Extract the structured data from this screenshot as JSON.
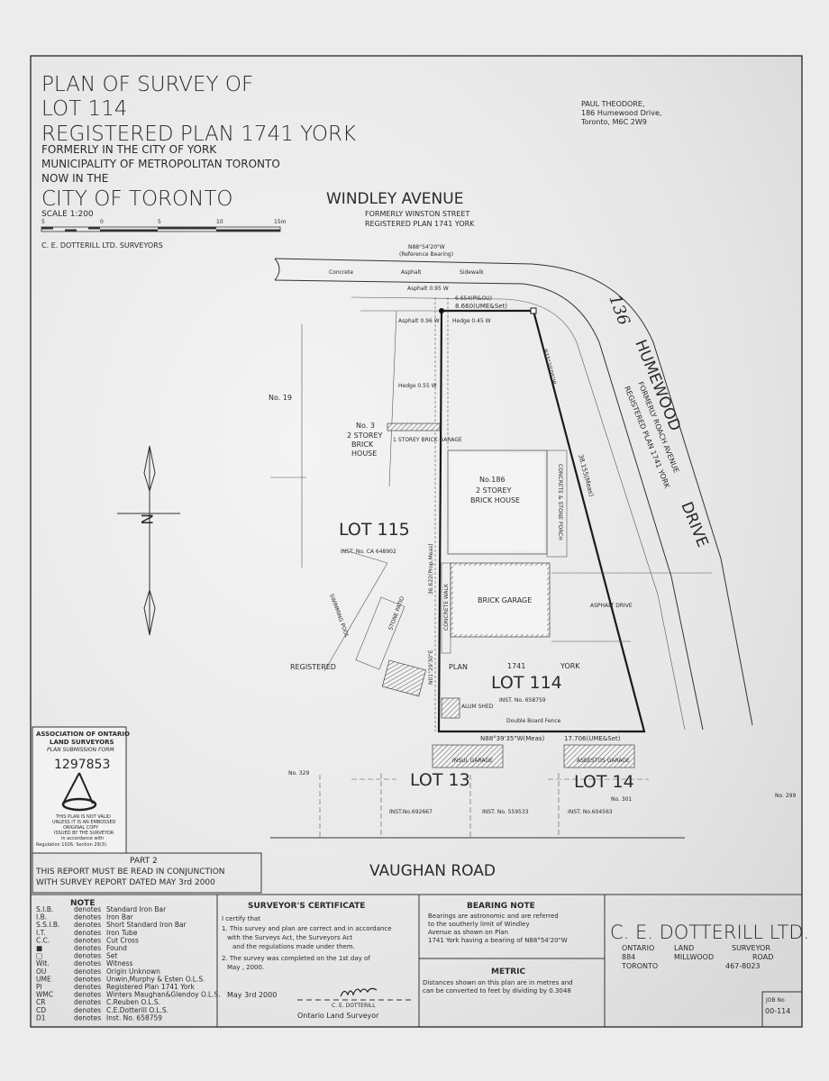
{
  "title": {
    "line1": "PLAN OF SURVEY OF",
    "line2": "LOT 114",
    "line3": "REGISTERED PLAN 1741 YORK",
    "sub1": "FORMERLY IN THE CITY OF YORK",
    "sub2": "MUNICIPALITY OF METROPOLITAN TORONTO",
    "sub3": "NOW IN THE",
    "city": "CITY OF TORONTO"
  },
  "scale": {
    "label": "SCALE 1:200",
    "ticks": [
      "5",
      "0",
      "5",
      "10",
      "15m"
    ]
  },
  "firm_line": "C.   E.   DOTTERILL   LTD.   SURVEYORS",
  "client": {
    "name": "PAUL THEODORE,",
    "address1": "186 Humewood Drive,",
    "address2": "Toronto, M6C 2W9"
  },
  "streets": {
    "windley": {
      "name": "WINDLEY        AVENUE",
      "former": "FORMERLY WINSTON STREET",
      "plan": "REGISTERED PLAN 1741 YORK"
    },
    "humewood": {
      "name": "HUMEWOOD",
      "name2": "DRIVE",
      "former": "FORMERLY ROACH AVENUE",
      "plan": "REGISTERED PLAN 1741 YORK",
      "handwritten": "136"
    },
    "vaughan": "VAUGHAN        ROAD"
  },
  "reference_bearing": {
    "bearing": "N88°54'20\"W",
    "note": "(Reference Bearing)"
  },
  "north_label": "N",
  "labels": {
    "concrete": "Concrete",
    "asphalt": "Asphalt",
    "sidewalk": "Sidewalk",
    "asphalt_095": "Asphalt 0.95 W",
    "asphalt_096": "Asphalt 0.96 W",
    "hedge_045": "Hedge 0.45 W",
    "hedge_055": "Hedge 0.55 W",
    "front_meas": "6.654(Pl&OU)",
    "front_set": "8.660(UME&Set)",
    "east_bearing": "N15°20'05\"W",
    "east_dist": "38.155(Meas)",
    "west_bearing": "N01°29'30\"E",
    "west_dist": "36.622(Prop.Meas)",
    "rear_bearing": "N88°39'35\"W(Meas)",
    "rear_dist": "17.706(UME&Set)",
    "no19": "No. 19",
    "no3": "No. 3",
    "no3_type": "2 STOREY",
    "no3_type2": "BRICK",
    "no3_type3": "HOUSE",
    "no3_garage": "1 STOREY BRICK GARAGE",
    "no186": "No.186",
    "no186_type": "2 STOREY",
    "no186_type2": "BRICK HOUSE",
    "porch": "CONCRETE & STONE PORCH",
    "lot115": "LOT 115",
    "lot115_inst": "INST. No. CA 648902",
    "brick_garage": "BRICK GARAGE",
    "concrete_walk": "CONCRETE WALK",
    "asphalt_drive": "ASPHALT      DRIVE",
    "swimming_pool": "SWIMMING POOL",
    "stone_patio": "STONE PATIO",
    "registered": "REGISTERED",
    "plan": "PLAN",
    "plan_no": "1741",
    "york": "YORK",
    "lot114": "LOT   114",
    "lot114_inst": "INST. No. 658759",
    "alum_shed": "ALUM SHED",
    "double_fence": "Double Board Fence",
    "insul_garage": "INSUL GARAGE",
    "asbestos_garage": "ASBESTOS GARAGE",
    "lot13": "LOT          13",
    "lot14": "LOT 14",
    "inst_692667": "INST.No.692667",
    "inst_559533": "INST. No. 559533",
    "inst_604563": "INST. No.604563",
    "no329": "No. 329",
    "no301": "No. 301",
    "no299": "No. 299"
  },
  "association": {
    "name1": "ASSOCIATION OF ONTARIO",
    "name2": "LAND SURVEYORS",
    "form": "PLAN SUBMISSION FORM",
    "number": "1297853",
    "v1": "THIS PLAN IS NOT VALID",
    "v2": "UNLESS IT IS AN EMBOSSED",
    "v3": "ORIGINAL COPY",
    "v4": "ISSUED BY THE SURVEYOR",
    "v5": "in accordance with",
    "v6": "Regulation 1026, Section 29(3)."
  },
  "part2": {
    "title": "PART 2",
    "line1": "THIS REPORT MUST BE READ IN CONJUNCTION",
    "line2": "WITH SURVEY REPORT DATED MAY 3rd 2000"
  },
  "notes": {
    "title": "NOTE",
    "items": [
      {
        "abbr": "S.I.B.",
        "word": "denotes",
        "meaning": "Standard Iron Bar"
      },
      {
        "abbr": "I.B.",
        "word": "denotes",
        "meaning": "Iron Bar"
      },
      {
        "abbr": "S.S.I.B.",
        "word": "denotes",
        "meaning": "Short Standard Iron Bar"
      },
      {
        "abbr": "I.T.",
        "word": "denotes",
        "meaning": "Iron Tube"
      },
      {
        "abbr": "C.C.",
        "word": "denotes",
        "meaning": "Cut Cross"
      },
      {
        "abbr": "■",
        "word": "denotes",
        "meaning": "Found"
      },
      {
        "abbr": "□",
        "word": "denotes",
        "meaning": "Set"
      },
      {
        "abbr": "Wit.",
        "word": "denotes",
        "meaning": "Witness"
      },
      {
        "abbr": "OU",
        "word": "denotes",
        "meaning": "Origin Unknown"
      },
      {
        "abbr": "UME",
        "word": "denotes",
        "meaning": "Unwin,Murphy & Esten O.L.S."
      },
      {
        "abbr": "Pl",
        "word": "denotes",
        "meaning": "Registered Plan 1741 York"
      },
      {
        "abbr": "WMC",
        "word": "denotes",
        "meaning": "Winters Maughan&Glendoy O.L.S."
      },
      {
        "abbr": "CR",
        "word": "denotes",
        "meaning": "C.Reuben O.L.S."
      },
      {
        "abbr": "CD",
        "word": "denotes",
        "meaning": "C.E.Dotterill O.L.S."
      },
      {
        "abbr": "D1",
        "word": "denotes",
        "meaning": "Inst. No. 658759"
      }
    ]
  },
  "certificate": {
    "title": "SURVEYOR'S        CERTIFICATE",
    "intro": "I certify that",
    "p1a": "1. This survey and plan are correct and in accordance",
    "p1b": "with the Surveys Act, the Surveyors Act",
    "p1c": "and the regulations made under them.",
    "p2a": "2. The survey was completed on the 1st     day of",
    "p2b": "May , 2000.",
    "date": "May 3rd 2000",
    "signer": "C. E. DOTTERILL",
    "role": "Ontario        Land        Surveyor"
  },
  "bearing_note": {
    "title": "BEARING    NOTE",
    "l1": "Bearings are astronomic and are referred",
    "l2": "to the southerly  limit of  Windley",
    "l3": "Avenue   as shown on Plan",
    "l4": "1741 York having a bearing of  N88°54'20\"W"
  },
  "metric": {
    "title": "METRIC",
    "l1": "Distances shown on this plan are in metres and",
    "l2": "can be converted to feet by dividing by 0.3048"
  },
  "company": {
    "name": "C. E. DOTTERILL LTD.",
    "r1a": "ONTARIO",
    "r1b": "LAND",
    "r1c": "SURVEYOR",
    "r2a": "884",
    "r2b": "MILLWOOD",
    "r2c": "ROAD",
    "r3a": "TORONTO",
    "r3c": "467-8023"
  },
  "job": {
    "label": "JOB No",
    "number": "00-114"
  }
}
